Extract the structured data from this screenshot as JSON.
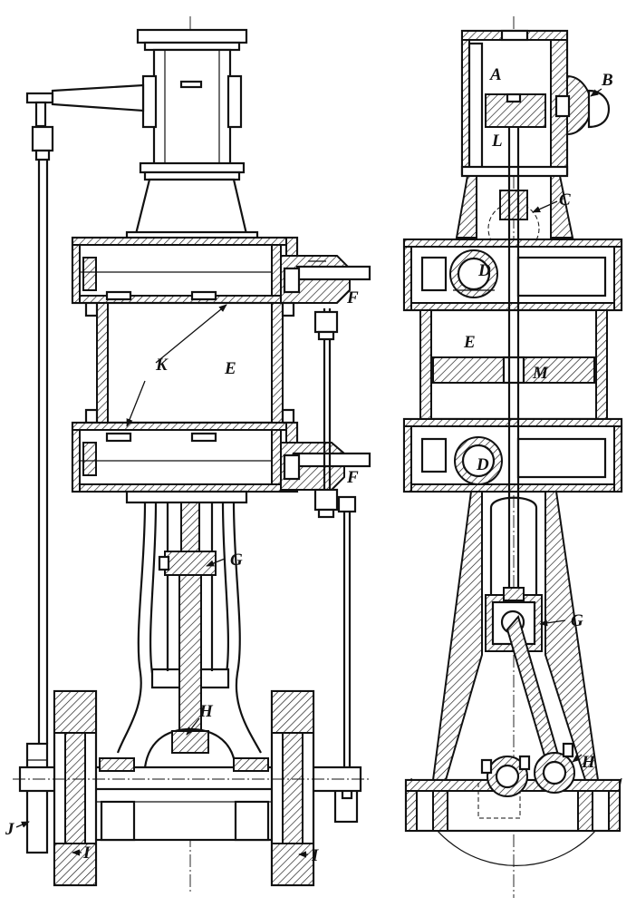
{
  "colors": {
    "ink": "#111111",
    "paper": "#ffffff"
  },
  "left_view": {
    "labels": {
      "K": "K",
      "E": "E",
      "F_upper": "F",
      "F_lower": "F",
      "G": "G",
      "H": "H",
      "J": "J",
      "I_left": "I",
      "I_right": "I"
    }
  },
  "right_view": {
    "labels": {
      "A": "A",
      "B": "B",
      "L": "L",
      "C": "C",
      "D_upper": "D",
      "E": "E",
      "M": "M",
      "D_lower": "D",
      "G": "G",
      "H": "H"
    }
  }
}
